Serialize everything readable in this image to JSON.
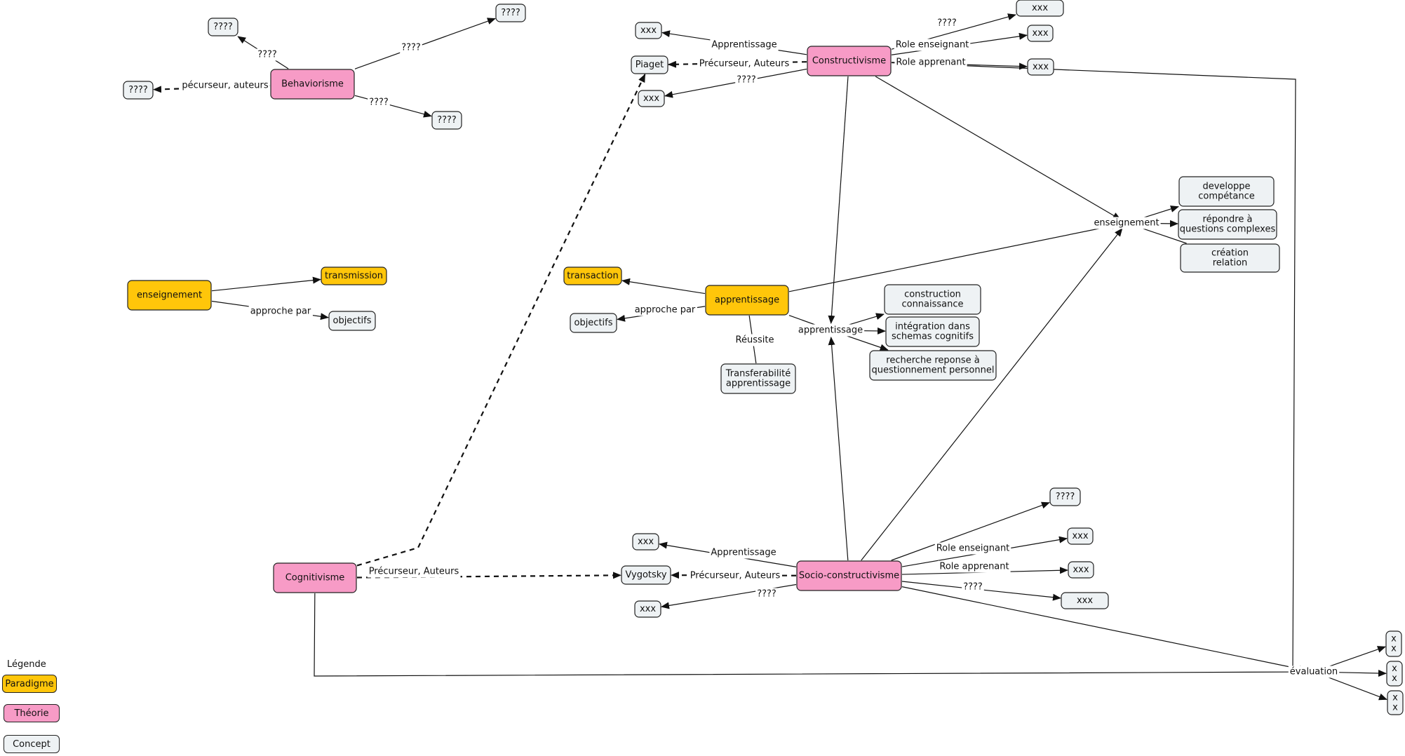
{
  "colors": {
    "paradigme": "#FFC60A",
    "theorie": "#F79BC6",
    "concept": "#EEF2F4",
    "stroke": "#222222"
  },
  "nodes": {
    "behaviorisme": "Behaviorisme",
    "beh_q_top": "????",
    "beh_q_topright": "????",
    "beh_q_left": "????",
    "beh_q_bottom": "????",
    "enseignement_par": "enseignement",
    "transmission": "transmission",
    "objectifs_left": "objectifs",
    "constructivisme": "Constructivisme",
    "piaget": "Piaget",
    "con_xxx_app": "xxx",
    "con_xxx_q": "xxx",
    "con_xxx_top": "xxx",
    "con_xxx_ens": "xxx",
    "con_xxx_appr": "xxx",
    "apprentissage_par": "apprentissage",
    "transaction": "transaction",
    "objectifs_mid": "objectifs",
    "transferabilite": [
      "Transferabilité",
      "apprentissage"
    ],
    "construction": [
      "construction",
      "connaissance"
    ],
    "integration": [
      "intégration dans",
      "schemas cognitifs"
    ],
    "recherche": [
      "recherche reponse à",
      "questionnement personnel"
    ],
    "developpe": [
      "developpe",
      "compétance"
    ],
    "repondre": [
      "répondre à",
      "questions complexes"
    ],
    "creation": [
      "création",
      "relation"
    ],
    "cognitivisme": "Cognitivisme",
    "vygotsky": "Vygotsky",
    "socio": "Socio-constructivisme",
    "soc_xxx_app": "xxx",
    "soc_xxx_q": "xxx",
    "soc_q_top": "????",
    "soc_xxx_ens": "xxx",
    "soc_xxx_appr": "xxx",
    "soc_xxx_q2": "xxx",
    "eval_x1": [
      "x",
      "x"
    ],
    "eval_x2": [
      "x",
      "x"
    ],
    "eval_x3": [
      "x",
      "x"
    ]
  },
  "hubs": {
    "enseignement": "enseignement",
    "apprentissage": "apprentissage",
    "evaluation": "évaluation"
  },
  "labels": {
    "beh_q_top": "????",
    "beh_q_topright": "????",
    "beh_q_bottom": "????",
    "beh_precurseur": "pécurseur, auteurs",
    "approche_left": "approche par",
    "approche_mid": "approche par",
    "reussite": "Réussite",
    "con_apprentissage": "Apprentissage",
    "con_precurseur": "Précurseur, Auteurs",
    "con_q": "????",
    "con_q_top": "????",
    "con_role_ens": "Role enseignant",
    "con_role_app": "Role apprenant",
    "cog_precurseur": "Précurseur, Auteurs",
    "soc_apprentissage": "Apprentissage",
    "soc_precurseur": "Précurseur, Auteurs",
    "soc_q": "????",
    "soc_role_ens": "Role enseignant",
    "soc_role_app": "Role apprenant",
    "soc_q2": "????"
  },
  "legend": {
    "title": "Légende",
    "paradigme": "Paradigme",
    "theorie": "Théorie",
    "concept": "Concept"
  }
}
